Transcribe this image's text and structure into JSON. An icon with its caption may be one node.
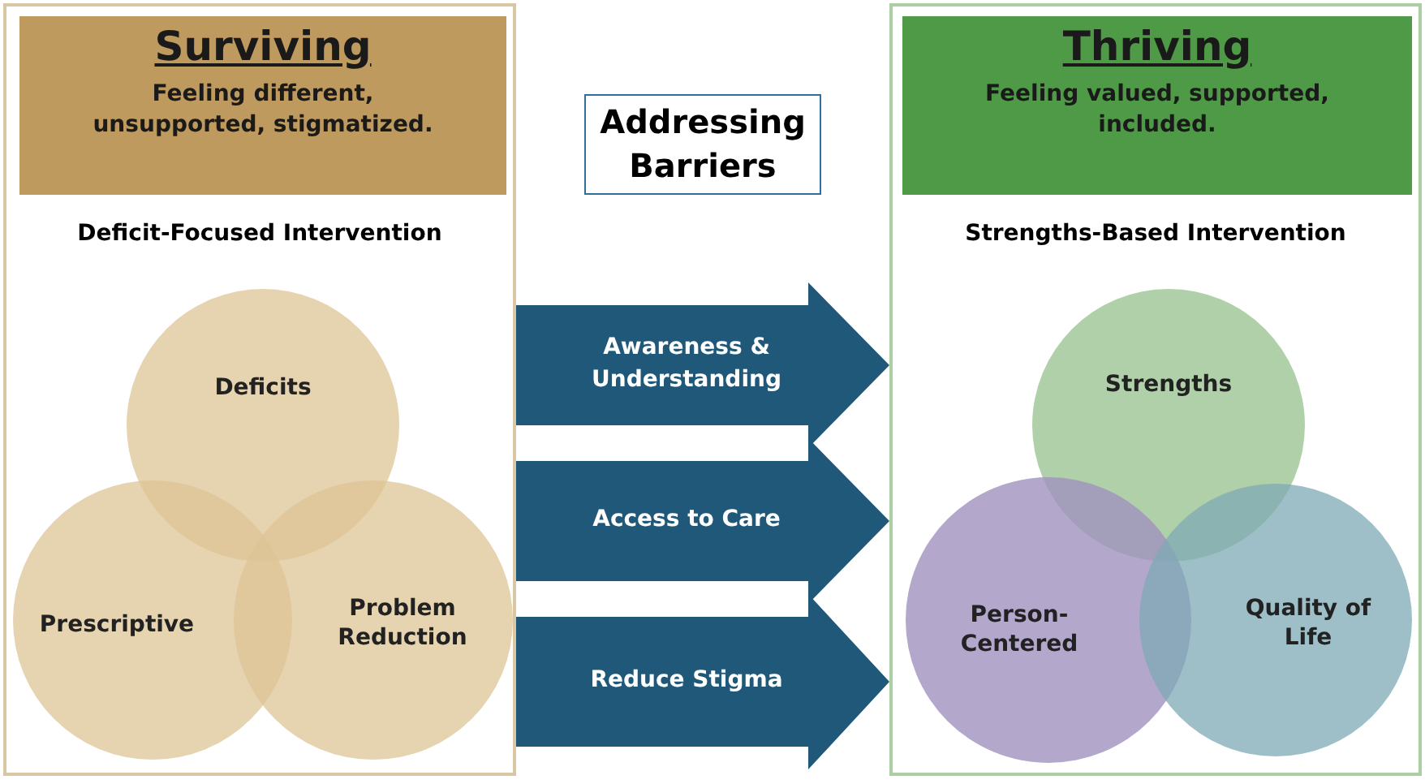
{
  "diagram": {
    "nodes": [
      {
        "text": [
          "Deficit-Focused Intervention"
        ]
      },
      {
        "text": [
          "Surviving",
          "Feeling different, unsupported, stigmatized."
        ],
        "in": 0
      },
      {
        "text": [
          "Deficits"
        ],
        "in": 0
      },
      {
        "text": [
          "Prescriptive"
        ],
        "in": 0
      },
      {
        "text": [
          "Problem Reduction"
        ],
        "in": 0
      },
      {
        "text": [
          "Addressing Barriers"
        ]
      },
      {
        "text": [
          "Strengths-Based Intervention"
        ]
      },
      {
        "text": [
          "Thriving",
          "Feeling valued, supported, included."
        ],
        "in": 6
      },
      {
        "text": [
          "Strengths"
        ],
        "in": 6
      },
      {
        "text": [
          "Person-Centered"
        ],
        "in": 6
      },
      {
        "text": [
          "Quality of Life"
        ],
        "in": 6
      }
    ],
    "edges": [
      {
        "from": 0,
        "to": 6,
        "arrow": "to",
        "label": "Awareness & Understanding"
      },
      {
        "from": 0,
        "to": 6,
        "arrow": "to",
        "label": "Access to Care"
      },
      {
        "from": 0,
        "to": 6,
        "arrow": "to",
        "label": "Reduce Stigma"
      }
    ]
  }
}
